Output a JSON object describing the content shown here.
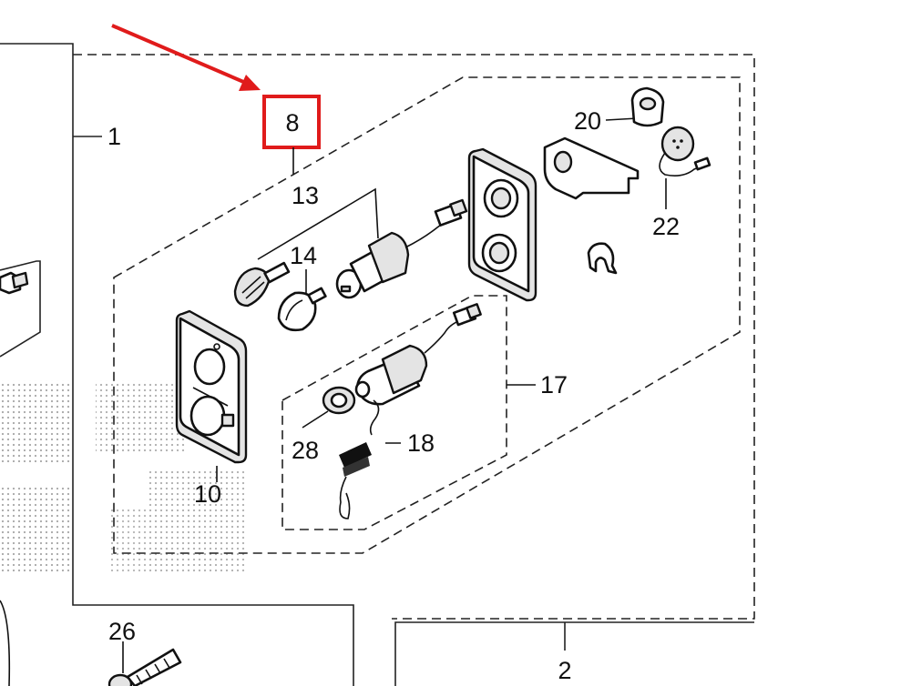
{
  "diagram": {
    "highlight_color": "#e01b1b",
    "highlighted_label": "8",
    "labels": {
      "l1": "1",
      "l2": "2",
      "l8": "8",
      "l10": "10",
      "l13": "13",
      "l14": "14",
      "l17": "17",
      "l18": "18",
      "l20": "20",
      "l22": "22",
      "l26": "26",
      "l28": "28"
    }
  }
}
